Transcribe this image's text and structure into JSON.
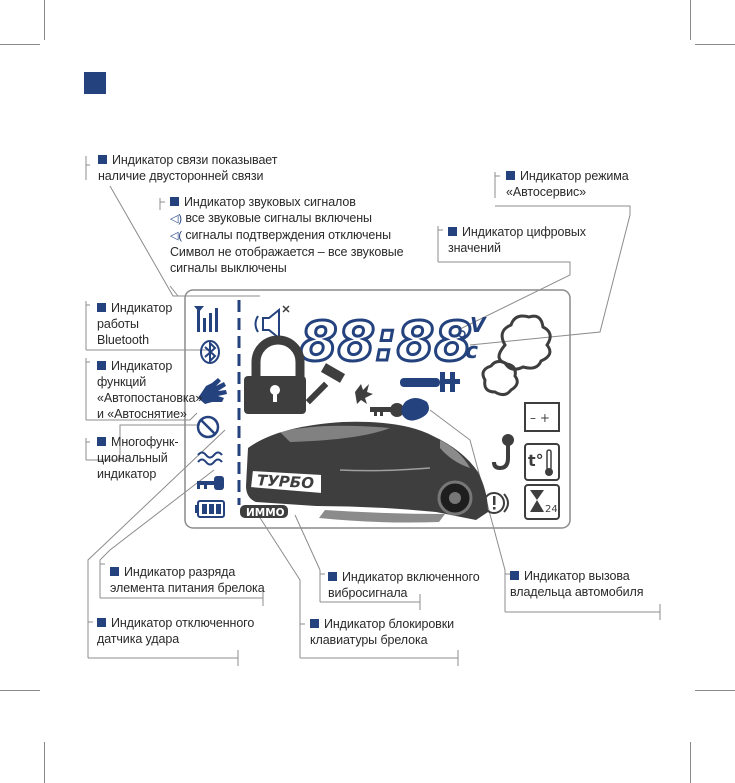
{
  "colors": {
    "accent": "#24427e",
    "leader": "#8c8c8c",
    "lcd": "#3e3e3e",
    "text": "#2a2a2a"
  },
  "lcd": {
    "digits": "88:88",
    "unit_volt": "V",
    "unit_celsius": "c",
    "turbo": "ТУРБО",
    "immo": "ИММО",
    "timer_badge": "24",
    "temp_badge": "t°"
  },
  "labels": {
    "link": [
      "Индикатор связи показывает",
      "наличие двусторонней связи"
    ],
    "sound": {
      "title": "Индикатор звуковых сигналов",
      "line1": "все звуковые сигналы включены",
      "line2": "сигналы подтверждения отключены",
      "line3": "Символ не отображается – все звуковые",
      "line4": "сигналы выключены"
    },
    "service": [
      "Индикатор режима",
      "«Автосервис»"
    ],
    "digital": [
      "Индикатор цифровых",
      "значений"
    ],
    "bluetooth": [
      "Индикатор",
      "работы",
      "Bluetooth"
    ],
    "autostart": [
      "Индикатор",
      "функций",
      "«Автопостановка»",
      "и «Автоснятие»"
    ],
    "multi": [
      "Многофунк-",
      "циональный",
      "индикатор"
    ],
    "battery": [
      "Индикатор разряда",
      "элемента питания брелока"
    ],
    "shock": [
      "Индикатор отключенного",
      "датчика удара"
    ],
    "vibro": [
      "Индикатор включенного",
      "вибросигнала"
    ],
    "keylock": [
      "Индикатор блокировки",
      "клавиатуры брелока"
    ],
    "owner": [
      "Индикатор вызова",
      "владельца автомобиля"
    ]
  }
}
